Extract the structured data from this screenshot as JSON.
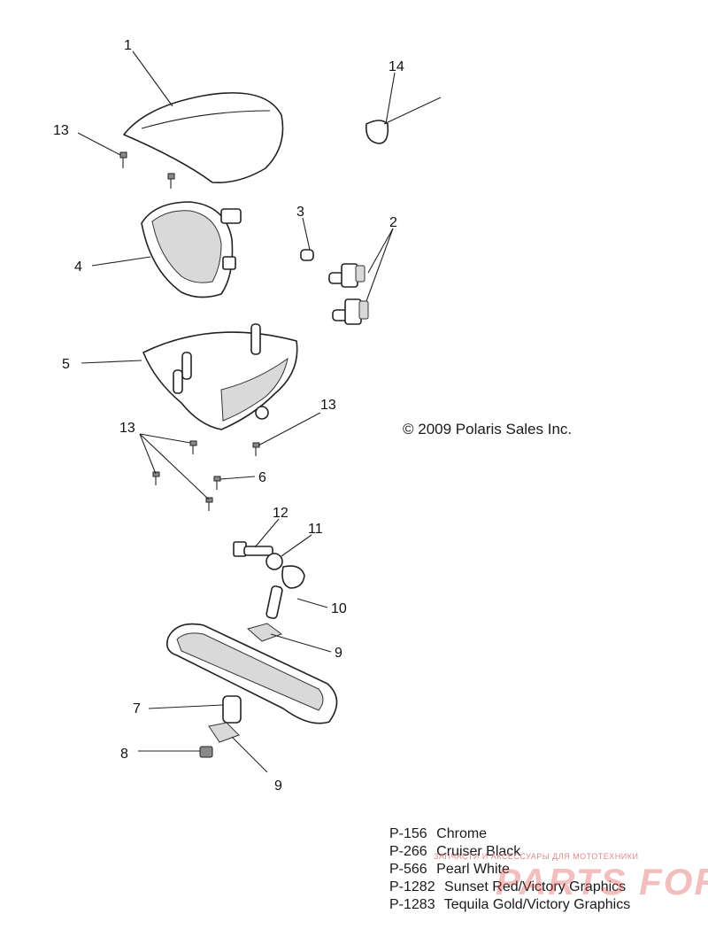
{
  "callouts": {
    "c1": "1",
    "c2": "2",
    "c3": "3",
    "c4": "4",
    "c5": "5",
    "c6": "6",
    "c7": "7",
    "c8": "8",
    "c9a": "9",
    "c9b": "9",
    "c10": "10",
    "c11": "11",
    "c12": "12",
    "c13a": "13",
    "c13b": "13",
    "c13c": "13",
    "c14": "14"
  },
  "copyright": "© 2009 Polaris Sales Inc.",
  "variants": [
    {
      "code": "P-156",
      "name": "Chrome"
    },
    {
      "code": "P-266",
      "name": "Cruiser Black"
    },
    {
      "code": "P-566",
      "name": "Pearl White"
    },
    {
      "code": "P-1282",
      "name": "Sunset Red/Victory Graphics"
    },
    {
      "code": "P-1283",
      "name": "Tequila Gold/Victory Graphics"
    }
  ],
  "watermark": {
    "small_text": "ЗАПЧАСТИ И АКСЕССУАРЫ ДЛЯ МОТОТЕХНИКИ",
    "logo_text": "PARTS FOR.RU"
  },
  "colors": {
    "line": "#222222",
    "watermark": "#dc4646"
  }
}
